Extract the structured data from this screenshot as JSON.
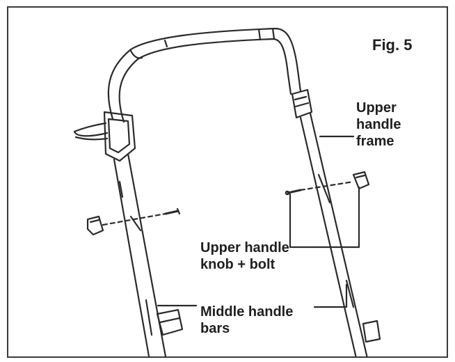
{
  "figure": {
    "title": "Fig. 5"
  },
  "labels": {
    "upper_handle_frame": [
      "Upper",
      "handle",
      "frame"
    ],
    "upper_handle_knob_bolt": [
      "Upper handle",
      "knob + bolt"
    ],
    "middle_handle_bars": [
      "Middle handle",
      "bars"
    ]
  },
  "colors": {
    "line": "#2a2a2a",
    "label_text": "#1f1f1f",
    "border": "#3a3a3a",
    "background": "#ffffff"
  },
  "icons": {
    "knob": "knob-icon",
    "bolt": "bolt-icon"
  }
}
